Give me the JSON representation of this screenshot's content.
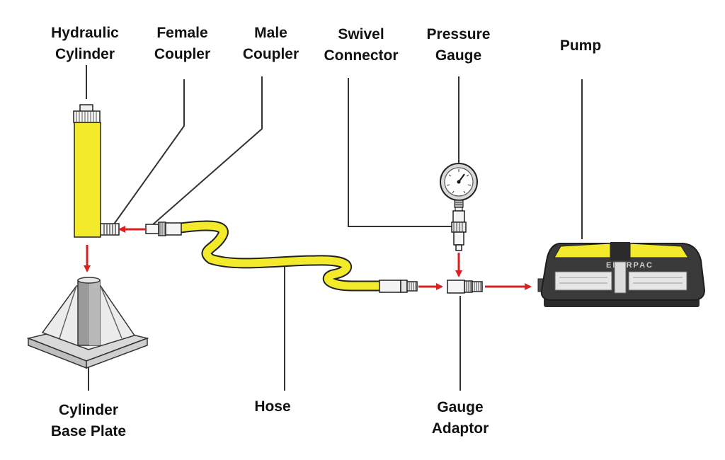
{
  "labels": {
    "hydraulic_cylinder": "Hydraulic\nCylinder",
    "female_coupler": "Female\nCoupler",
    "male_coupler": "Male\nCoupler",
    "swivel_connector": "Swivel\nConnector",
    "pressure_gauge": "Pressure\nGauge",
    "pump": "Pump",
    "cylinder_base_plate": "Cylinder\nBase Plate",
    "hose": "Hose",
    "gauge_adaptor": "Gauge\nAdaptor"
  },
  "pump_badge": "ENERPAC",
  "colors": {
    "component_yellow": "#f2ea2a",
    "arrow_red": "#d92121",
    "leader_line": "#333333",
    "pump_body": "#3a3a3a"
  }
}
